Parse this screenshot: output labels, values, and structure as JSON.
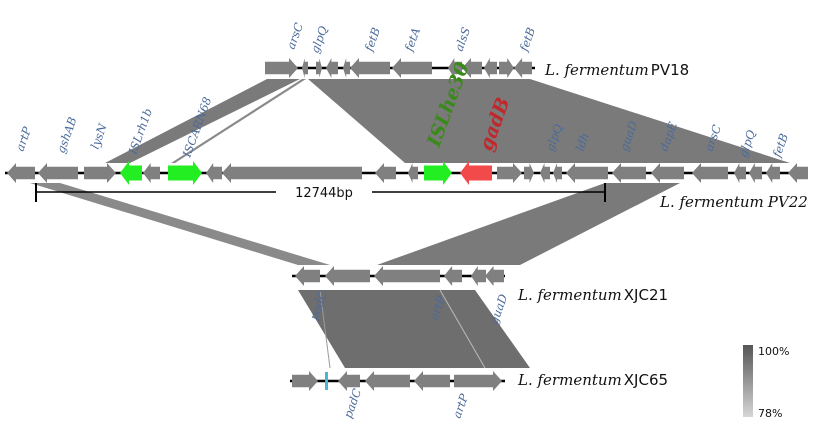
{
  "strains": [
    {
      "id": "pv18",
      "species": "L. fermentum",
      "strain": "PV18"
    },
    {
      "id": "pv22",
      "species": "L. fermentum",
      "strain": "PV22"
    },
    {
      "id": "xjc21",
      "species": "L. fermentum",
      "strain": "XJC21"
    },
    {
      "id": "xjc65",
      "species": "L. fermentum",
      "strain": "XJC65"
    }
  ],
  "gene_labels": {
    "pv18": [
      "arsC",
      "glpQ",
      "fetB",
      "fetA",
      "alsS",
      "fetB"
    ],
    "pv22": [
      "artP",
      "gshAB",
      "lysN",
      "ISLrh1b",
      "ISCARN68",
      "ISLhe30",
      "gadB",
      "glpQ",
      "ldh",
      "guaD",
      "dapE",
      "arsC",
      "glpQ",
      "fetB"
    ],
    "xjc21": [
      "padC",
      "artP",
      "guaD"
    ],
    "xjc65": [
      "padC",
      "artP"
    ]
  },
  "ruler": {
    "label": "12744bp"
  },
  "identity_scale": {
    "max": "100%",
    "min": "78%",
    "color_max": "#555555",
    "color_min": "#d6d6d6"
  },
  "colors": {
    "gene": "#808080",
    "insertion": "#22ee22",
    "gadB": "#f24a4a",
    "link": "#7a7a7a",
    "pv22_is_label": "#3a8a1a",
    "gadB_label": "#c0282c",
    "gene_label": "#4a6a9a"
  }
}
